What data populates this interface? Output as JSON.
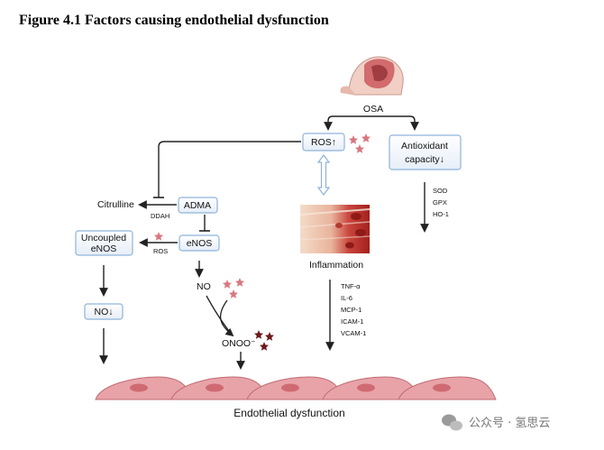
{
  "figure_title": "Figure 4.1 Factors causing endothelial dysfunction",
  "nodes": {
    "osa": "OSA",
    "ros": "ROS↑",
    "antioxidant_line1": "Antioxidant",
    "antioxidant_line2": "capacity↓",
    "inflammation": "Inflammation",
    "citrulline": "Citrulline",
    "ddah": "DDAH",
    "adma": "ADMA",
    "enos": "eNOS",
    "uncoupled_line1": "Uncoupled",
    "uncoupled_line2": "eNOS",
    "ros_small": "ROS",
    "no": "NO",
    "no_down": "NO↓",
    "onoo": "ONOO⁻",
    "endothelial": "Endothelial dysfunction"
  },
  "antioxidants": [
    "SOD",
    "GPX",
    "HO-1"
  ],
  "inflammatory_markers": [
    "TNF-α",
    "IL-6",
    "MCP-1",
    "ICAM-1",
    "VCAM-1"
  ],
  "watermark": "公众号 · 氢思云",
  "colors": {
    "box_border": "#8fb3d9",
    "star_light": "#d9777f",
    "star_dark": "#6b1a1a",
    "cell_fill": "#e8a3a8",
    "nucleus": "#d06a72"
  }
}
